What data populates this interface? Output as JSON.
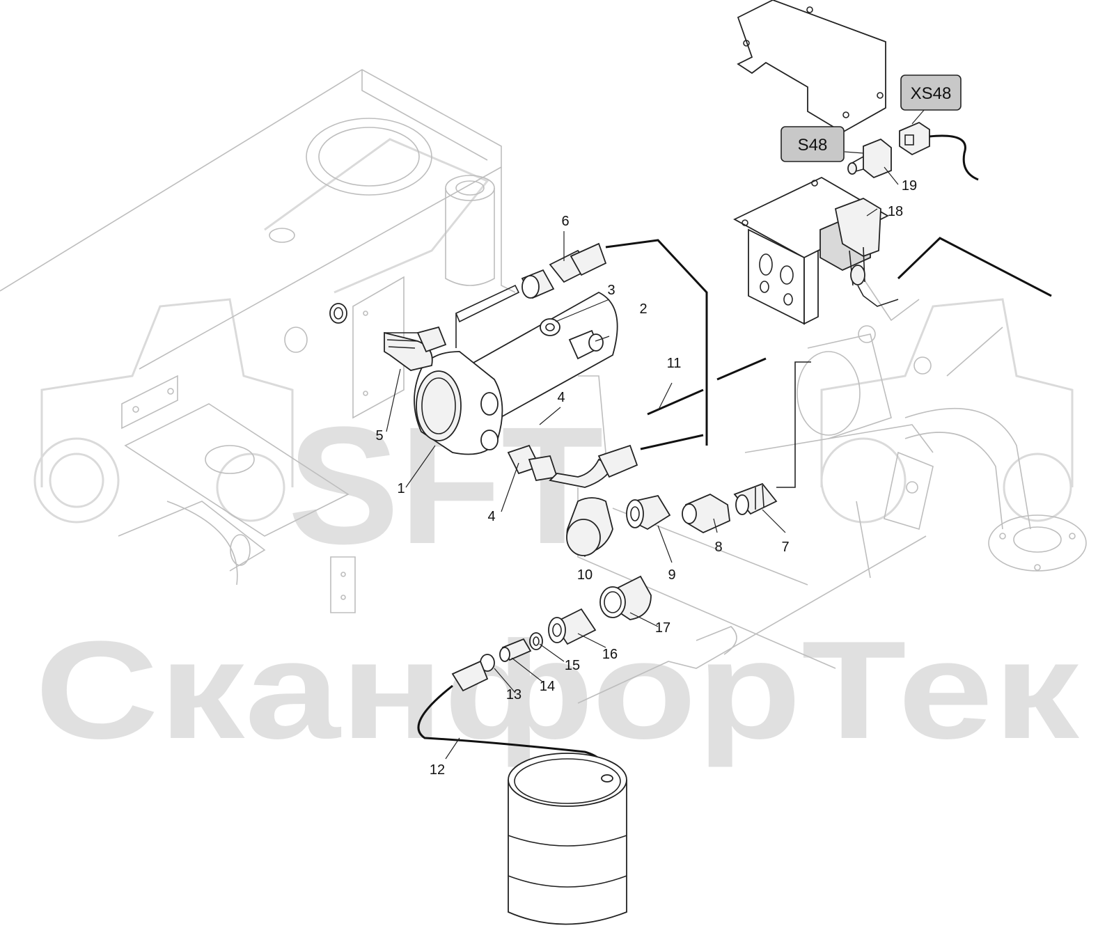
{
  "watermark": {
    "logo_text": "SFT",
    "brand_text": "СканфорТек"
  },
  "tags": {
    "s48": "S48",
    "xs48": "XS48"
  },
  "callouts": {
    "c1": "1",
    "c2": "2",
    "c3": "3",
    "c4a": "4",
    "c4b": "4",
    "c5": "5",
    "c6": "6",
    "c7": "7",
    "c8": "8",
    "c9": "9",
    "c10": "10",
    "c11": "11",
    "c12": "12",
    "c13": "13",
    "c14": "14",
    "c15": "15",
    "c16": "16",
    "c17": "17",
    "c18": "18",
    "c19": "19"
  }
}
